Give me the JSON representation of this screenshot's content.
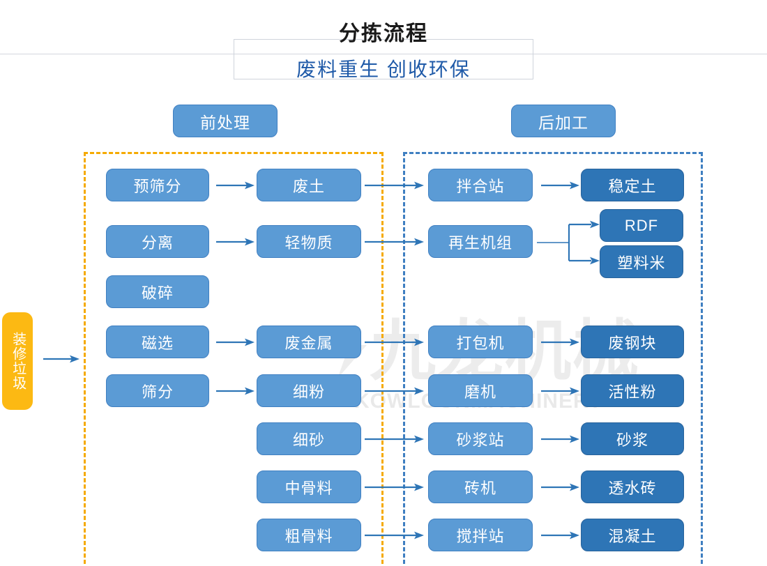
{
  "title": {
    "main": "分拣流程",
    "sub": "废料重生 创收环保"
  },
  "watermark": {
    "cn": "九龙机械",
    "en": "KOWLOONMACHINERY"
  },
  "sections": {
    "pre": {
      "label": "前处理",
      "border_color": "#f5aa00"
    },
    "post": {
      "label": "后加工",
      "border_color": "#3f7fc1"
    }
  },
  "input": {
    "label": "装修垃圾",
    "color": "#fcb913"
  },
  "colors": {
    "node_mid": "#5b9bd5",
    "node_dark": "#2e75b6",
    "arrow": "#2e75b6",
    "title_sub": "#1f5aa8"
  },
  "nodes": {
    "pre_process": [
      {
        "id": "pre-screening",
        "label": "预筛分"
      },
      {
        "id": "separation",
        "label": "分离"
      },
      {
        "id": "crushing",
        "label": "破碎"
      },
      {
        "id": "magnetic-separation",
        "label": "磁选"
      },
      {
        "id": "sieving",
        "label": "筛分"
      }
    ],
    "materials": [
      {
        "id": "waste-soil",
        "label": "废土"
      },
      {
        "id": "light-material",
        "label": "轻物质"
      },
      {
        "id": "waste-metal",
        "label": "废金属"
      },
      {
        "id": "fine-powder",
        "label": "细粉"
      },
      {
        "id": "fine-sand",
        "label": "细砂"
      },
      {
        "id": "medium-aggregate",
        "label": "中骨料"
      },
      {
        "id": "coarse-aggregate",
        "label": "粗骨料"
      }
    ],
    "machines": [
      {
        "id": "mixing-station",
        "label": "拌合站"
      },
      {
        "id": "regeneration-unit",
        "label": "再生机组"
      },
      {
        "id": "baler",
        "label": "打包机"
      },
      {
        "id": "grinder",
        "label": "磨机"
      },
      {
        "id": "mortar-station",
        "label": "砂浆站"
      },
      {
        "id": "brick-machine",
        "label": "砖机"
      },
      {
        "id": "stirring-station",
        "label": "搅拌站"
      }
    ],
    "products": [
      {
        "id": "stabilized-soil",
        "label": "稳定土"
      },
      {
        "id": "rdf",
        "label": "RDF"
      },
      {
        "id": "plastic-pellets",
        "label": "塑料米"
      },
      {
        "id": "scrap-steel-block",
        "label": "废钢块"
      },
      {
        "id": "active-powder",
        "label": "活性粉"
      },
      {
        "id": "mortar",
        "label": "砂浆"
      },
      {
        "id": "permeable-brick",
        "label": "透水砖"
      },
      {
        "id": "concrete",
        "label": "混凝土"
      }
    ]
  }
}
